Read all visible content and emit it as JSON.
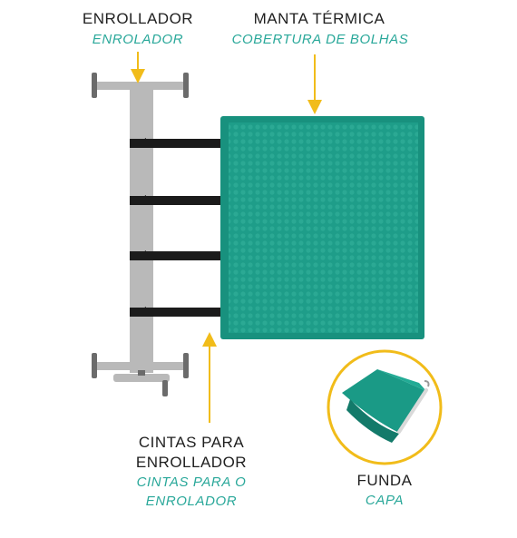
{
  "labels": {
    "roller": {
      "main": "ENROLLADOR",
      "sub": "ENROLADOR"
    },
    "cover": {
      "main": "MANTA TÉRMICA",
      "sub": "COBERTURA DE BOLHAS"
    },
    "straps": {
      "main_line1": "CINTAS PARA",
      "main_line2": "ENROLLADOR",
      "sub_line1": "CINTAS PARA O",
      "sub_line2": "ENROLADOR"
    },
    "case": {
      "main": "FUNDA",
      "sub": "CAPA"
    }
  },
  "colors": {
    "teal": "#1a9a86",
    "teal_dark": "#137a6a",
    "accent_text": "#2aa89a",
    "arrow": "#f1bc1a",
    "frame_gray": "#b9b9b9",
    "strap": "#1b1b1b"
  }
}
